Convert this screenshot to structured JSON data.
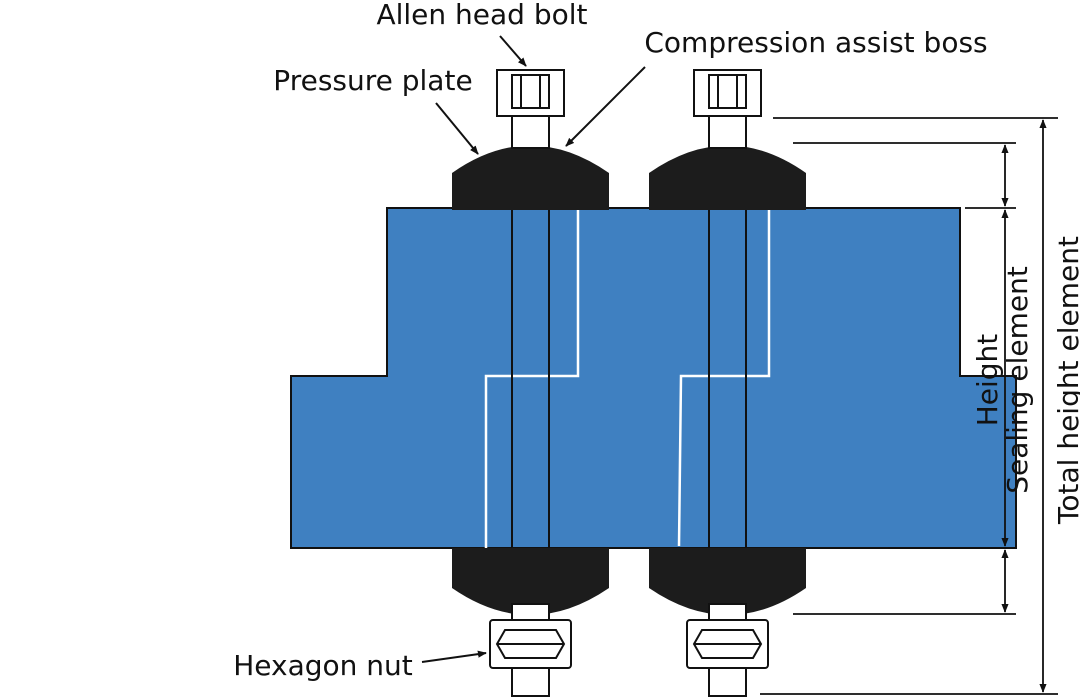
{
  "labels": {
    "allen_head_bolt": "Allen head bolt",
    "compression_assist_boss": "Compression assist boss",
    "pressure_plate": "Pressure plate",
    "hexagon_nut": "Hexagon nut",
    "height_sealing_element_line1": "Height",
    "height_sealing_element_line2": "Sealing element",
    "total_height_element": "Total height element"
  },
  "colors": {
    "body_fill": "#3f80c1",
    "plate_fill": "#1c1c1c",
    "line": "#111111",
    "interface_line": "#ffffff"
  }
}
